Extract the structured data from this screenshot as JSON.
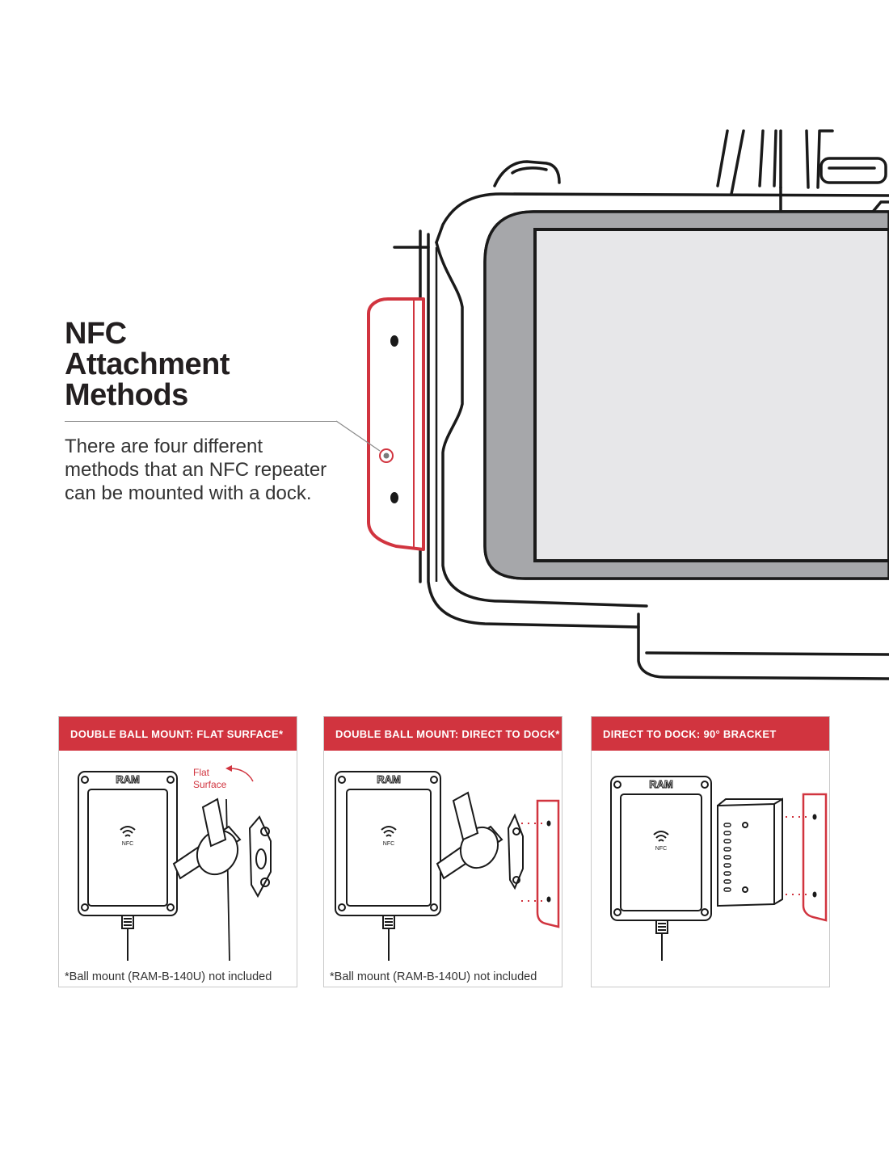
{
  "heading": {
    "line1": "NFC",
    "line2": "Attachment",
    "line3": "Methods",
    "description": "There are four different methods that an NFC repeater can be mounted with a dock."
  },
  "panels": [
    {
      "title": "DOUBLE BALL MOUNT: FLAT SURFACE*",
      "note": "*Ball mount (RAM-B-140U)  not included",
      "brand": "RAM",
      "nfc_label": "NFC",
      "callout_line1": "Flat",
      "callout_line2": "Surface"
    },
    {
      "title": "DOUBLE BALL MOUNT: DIRECT TO DOCK*",
      "note": "*Ball mount (RAM-B-140U)  not included",
      "brand": "RAM",
      "nfc_label": "NFC"
    },
    {
      "title": "DIRECT TO DOCK: 90° BRACKET",
      "note": "",
      "brand": "RAM",
      "nfc_label": "NFC"
    }
  ],
  "colors": {
    "accent": "#d1343f",
    "screen": "#e7e7e9",
    "bezel": "#a6a7aa"
  }
}
